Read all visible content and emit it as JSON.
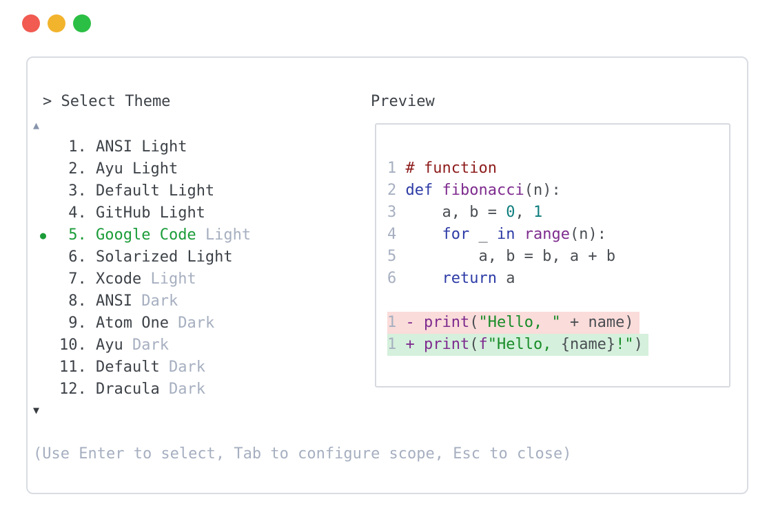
{
  "colors": {
    "panel_border": "#d9dce3",
    "preview_border": "#d6d9df",
    "text_dark": "#3d4248",
    "code_plain": "#4a4e53",
    "muted": "#a6afc0",
    "selected_green": "#1b9c38",
    "comment": "#8e1c1c",
    "keyword": "#2d3ba6",
    "function_purple": "#7e2b8e",
    "number_teal": "#0e7d7d",
    "string_green": "#188c28",
    "diff_removed_bg": "#fadcda",
    "diff_added_bg": "#d5f0dc",
    "up_arrow": "#8795ab",
    "down_arrow": "#373b40",
    "traffic_red": "#f15b51",
    "traffic_amber": "#f2b32d",
    "traffic_green": "#2cbf45"
  },
  "window": {
    "controls": [
      {
        "name": "close-button",
        "color_key": "traffic_red"
      },
      {
        "name": "minimize-button",
        "color_key": "traffic_amber"
      },
      {
        "name": "maximize-button",
        "color_key": "traffic_green"
      }
    ]
  },
  "picker": {
    "prompt": "> Select Theme",
    "up_arrow": "▲",
    "down_arrow": "▼",
    "selected_bullet": "●",
    "items": [
      {
        "number": "1",
        "name": "ANSI",
        "suffix": "Light",
        "muted_suffix": false,
        "selected": false
      },
      {
        "number": "2",
        "name": "Ayu",
        "suffix": "Light",
        "muted_suffix": false,
        "selected": false
      },
      {
        "number": "3",
        "name": "Default",
        "suffix": "Light",
        "muted_suffix": false,
        "selected": false
      },
      {
        "number": "4",
        "name": "GitHub",
        "suffix": "Light",
        "muted_suffix": false,
        "selected": false
      },
      {
        "number": "5",
        "name": "Google Code",
        "suffix": "Light",
        "muted_suffix": true,
        "selected": true
      },
      {
        "number": "6",
        "name": "Solarized",
        "suffix": "Light",
        "muted_suffix": false,
        "selected": false
      },
      {
        "number": "7",
        "name": "Xcode",
        "suffix": "Light",
        "muted_suffix": true,
        "selected": false
      },
      {
        "number": "8",
        "name": "ANSI",
        "suffix": "Dark",
        "muted_suffix": true,
        "selected": false
      },
      {
        "number": "9",
        "name": "Atom One",
        "suffix": "Dark",
        "muted_suffix": true,
        "selected": false
      },
      {
        "number": "10",
        "name": "Ayu",
        "suffix": "Dark",
        "muted_suffix": true,
        "selected": false
      },
      {
        "number": "11",
        "name": "Default",
        "suffix": "Dark",
        "muted_suffix": true,
        "selected": false
      },
      {
        "number": "12",
        "name": "Dracula",
        "suffix": "Dark",
        "muted_suffix": true,
        "selected": false
      }
    ],
    "help": "(Use Enter to select, Tab to configure scope, Esc to close)"
  },
  "preview": {
    "label": "Preview",
    "code_lines": [
      {
        "num": "1",
        "tokens": [
          {
            "t": "# function",
            "c": "comment"
          }
        ]
      },
      {
        "num": "2",
        "tokens": [
          {
            "t": "def",
            "c": "kw"
          },
          {
            "t": " ",
            "c": "plain"
          },
          {
            "t": "fibonacci",
            "c": "fn"
          },
          {
            "t": "(n):",
            "c": "plain"
          }
        ]
      },
      {
        "num": "3",
        "tokens": [
          {
            "t": "    a, b = ",
            "c": "plain"
          },
          {
            "t": "0",
            "c": "num"
          },
          {
            "t": ", ",
            "c": "plain"
          },
          {
            "t": "1",
            "c": "num"
          }
        ]
      },
      {
        "num": "4",
        "tokens": [
          {
            "t": "    ",
            "c": "plain"
          },
          {
            "t": "for",
            "c": "kw"
          },
          {
            "t": " _ ",
            "c": "plain"
          },
          {
            "t": "in",
            "c": "kw"
          },
          {
            "t": " ",
            "c": "plain"
          },
          {
            "t": "range",
            "c": "fn"
          },
          {
            "t": "(n):",
            "c": "plain"
          }
        ]
      },
      {
        "num": "5",
        "tokens": [
          {
            "t": "        a, b = b, a + b",
            "c": "plain"
          }
        ]
      },
      {
        "num": "6",
        "tokens": [
          {
            "t": "    ",
            "c": "plain"
          },
          {
            "t": "return",
            "c": "kw"
          },
          {
            "t": " a",
            "c": "plain"
          }
        ]
      }
    ],
    "diff_lines": [
      {
        "num": "1",
        "kind": "removed",
        "tokens": [
          {
            "t": "- ",
            "c": "fn"
          },
          {
            "t": "print",
            "c": "fn"
          },
          {
            "t": "(",
            "c": "plain"
          },
          {
            "t": "\"Hello, \"",
            "c": "str"
          },
          {
            "t": " + name)",
            "c": "plain"
          }
        ]
      },
      {
        "num": "1",
        "kind": "added",
        "tokens": [
          {
            "t": "+ ",
            "c": "fn"
          },
          {
            "t": "print",
            "c": "fn"
          },
          {
            "t": "(",
            "c": "plain"
          },
          {
            "t": "f",
            "c": "fn"
          },
          {
            "t": "\"Hello, ",
            "c": "str"
          },
          {
            "t": "{name}",
            "c": "plain"
          },
          {
            "t": "!\"",
            "c": "str"
          },
          {
            "t": ")",
            "c": "plain"
          }
        ]
      }
    ]
  }
}
